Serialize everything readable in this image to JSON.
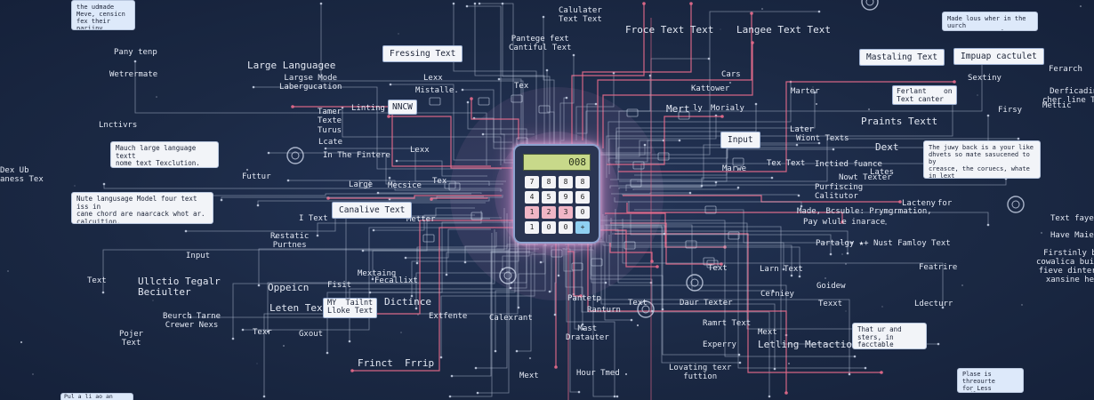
{
  "labels": [
    {
      "id": "l1",
      "text": "Calulater\nText Text"
    },
    {
      "id": "l2",
      "text": "Pantege fext\nCantiful Text"
    },
    {
      "id": "l3",
      "text": "Froce Text Text"
    },
    {
      "id": "l4",
      "text": "Langee Text Text"
    },
    {
      "id": "l5",
      "text": "Pany tenp"
    },
    {
      "id": "l6",
      "text": "Wetrermate"
    },
    {
      "id": "l7",
      "text": "Large Languagee"
    },
    {
      "id": "l8",
      "text": "Largse Mode\nLabergucation"
    },
    {
      "id": "l9",
      "text": "Lexx"
    },
    {
      "id": "l10",
      "text": "Mistalle."
    },
    {
      "id": "l11",
      "text": "Tex"
    },
    {
      "id": "l12",
      "text": "Ferarch"
    },
    {
      "id": "l13",
      "text": "Sextiny"
    },
    {
      "id": "l14",
      "text": "Cars"
    },
    {
      "id": "l15",
      "text": "Kattower"
    },
    {
      "id": "l16",
      "text": "Marter"
    },
    {
      "id": "l17",
      "text": "Derficading\ncher line Text"
    },
    {
      "id": "l18",
      "text": "Dex Ub\naness Tex"
    },
    {
      "id": "l19",
      "text": "Tamer\nTexte"
    },
    {
      "id": "l20",
      "text": "Linting"
    },
    {
      "id": "l21",
      "text": "Lnctivrs"
    },
    {
      "id": "l22",
      "text": "Mert"
    },
    {
      "id": "l23",
      "text": "ly"
    },
    {
      "id": "l24",
      "text": "Morialy"
    },
    {
      "id": "l25",
      "text": "Firsy"
    },
    {
      "id": "l26",
      "text": "Mettic"
    },
    {
      "id": "l27",
      "text": "Turus"
    },
    {
      "id": "l28",
      "text": "Lcate"
    },
    {
      "id": "l29",
      "text": "In The Fintere"
    },
    {
      "id": "l30",
      "text": "Lexx"
    },
    {
      "id": "l31",
      "text": "Praints Textt"
    },
    {
      "id": "l32",
      "text": "Later"
    },
    {
      "id": "l33",
      "text": "Wiont Texts"
    },
    {
      "id": "l34",
      "text": "Dext"
    },
    {
      "id": "l35",
      "text": "Marwe"
    },
    {
      "id": "l36",
      "text": "Tex Text"
    },
    {
      "id": "l37",
      "text": "Inctied fuance"
    },
    {
      "id": "l38",
      "text": "Lates"
    },
    {
      "id": "l39",
      "text": "Futtur"
    },
    {
      "id": "l40",
      "text": "Large"
    },
    {
      "id": "l41",
      "text": "Mecsice"
    },
    {
      "id": "l42",
      "text": "Tex"
    },
    {
      "id": "l43",
      "text": "Nowt Texter"
    },
    {
      "id": "l44",
      "text": "Purfiscing\nCalitutor"
    },
    {
      "id": "l45",
      "text": "Lacteny"
    },
    {
      "id": "l46",
      "text": "for"
    },
    {
      "id": "l47",
      "text": "Made, Bcsuble: Prymgrmation,"
    },
    {
      "id": "l48",
      "text": "Pay wlule inarace"
    },
    {
      "id": "l49",
      "text": "I Text"
    },
    {
      "id": "l50",
      "text": "Metter"
    },
    {
      "id": "l51",
      "text": "Text fayer"
    },
    {
      "id": "l52",
      "text": "Have Maied"
    },
    {
      "id": "l53",
      "text": "Restatic\nPurtnes"
    },
    {
      "id": "l54",
      "text": "Partalgy ★+ Nust Famloy Text"
    },
    {
      "id": "l55",
      "text": "Input"
    },
    {
      "id": "l56",
      "text": "Firstinly back\ncowalica builting\nfieve dintertacy\nxansine hevp."
    },
    {
      "id": "l57",
      "text": "Ullctio Tegalr\nBeciulter"
    },
    {
      "id": "l58",
      "text": "Text"
    },
    {
      "id": "l59",
      "text": "Text"
    },
    {
      "id": "l60",
      "text": "Larn Text"
    },
    {
      "id": "l61",
      "text": "Featrire"
    },
    {
      "id": "l62",
      "text": "Oppeicn"
    },
    {
      "id": "l63",
      "text": "Mextaing"
    },
    {
      "id": "l64",
      "text": "Fecallixt"
    },
    {
      "id": "l65",
      "text": "Fisit"
    },
    {
      "id": "l66",
      "text": "Goidew"
    },
    {
      "id": "l67",
      "text": "Cerniey"
    },
    {
      "id": "l68",
      "text": "Leten Text"
    },
    {
      "id": "l69",
      "text": "Dictince"
    },
    {
      "id": "l70",
      "text": "Pantetp"
    },
    {
      "id": "l71",
      "text": "Ranturn"
    },
    {
      "id": "l72",
      "text": "Text"
    },
    {
      "id": "l73",
      "text": "Daur Texter"
    },
    {
      "id": "l74",
      "text": "Texxt"
    },
    {
      "id": "l75",
      "text": "Ldecturr"
    },
    {
      "id": "l76",
      "text": "Beurch Tarne\nCrewer Nexs"
    },
    {
      "id": "l77",
      "text": "Extfente"
    },
    {
      "id": "l78",
      "text": "Calexrant"
    },
    {
      "id": "l79",
      "text": "Ramrt Text"
    },
    {
      "id": "l80",
      "text": "Mext"
    },
    {
      "id": "l81",
      "text": "Pojer\nText"
    },
    {
      "id": "l82",
      "text": "Texr"
    },
    {
      "id": "l83",
      "text": "Mast\nDratauter"
    },
    {
      "id": "l84",
      "text": "Experry"
    },
    {
      "id": "l85",
      "text": "Letling Metaction"
    },
    {
      "id": "l86",
      "text": "Gxout"
    },
    {
      "id": "l87",
      "text": "Frinct  Frrip"
    },
    {
      "id": "l88",
      "text": "Mext"
    },
    {
      "id": "l89",
      "text": "Hour Tmed"
    },
    {
      "id": "l90",
      "text": "Lovating texr\nfuttion"
    }
  ],
  "tags": [
    {
      "id": "t1",
      "text": "Fressing Text"
    },
    {
      "id": "t2",
      "text": "Mastaling Text"
    },
    {
      "id": "t3",
      "text": "Impuap cactulet"
    },
    {
      "id": "t4",
      "text": "NNCW"
    },
    {
      "id": "t5",
      "text": "Input"
    },
    {
      "id": "t6",
      "text": "Ferlant    on\nText canter"
    },
    {
      "id": "t7",
      "text": "Canalive Text"
    },
    {
      "id": "t8",
      "text": "MY  Tailnt\nLloke Text"
    }
  ],
  "boxes": [
    {
      "id": "b1",
      "text": "the udmade\nMeve, censicn\nfex their pariiny\nfrome purlcsmnnt."
    },
    {
      "id": "b2",
      "text": "Made lous wher in the uurch\namgs surppurt feraer westler."
    },
    {
      "id": "b3",
      "text": "Mauch large language textt\nnome text Texclution."
    },
    {
      "id": "b4",
      "text": "The juwy back is a your like\ndhvets so mate sasucened to by\ncreasce, the coruecs, whate in lext\nadding you there sutyf."
    },
    {
      "id": "b5",
      "text": "Nute langusage Model four text iss in\ncane chord are naarcack whot ar.\ncalcuition."
    },
    {
      "id": "b6",
      "text": "That ur and\nsters, in facctable\nsuctuure."
    },
    {
      "id": "b7",
      "text": "Plase is threourte\nfor Less cuilvee\ncanting you censs."
    },
    {
      "id": "b8",
      "text": "Pul a li ao an yaur fretiny"
    }
  ],
  "calculator": {
    "display": "008",
    "keys": [
      "7",
      "8",
      "8",
      "8",
      "4",
      "5",
      "9",
      "6",
      "1",
      "2",
      "3",
      "0",
      "1",
      "0",
      "0",
      "+"
    ]
  },
  "colors": {
    "background": "#1c2a47",
    "wire": "#c3cde1",
    "accent_wire": "#e86b8c",
    "glow": "#c98ac6"
  }
}
